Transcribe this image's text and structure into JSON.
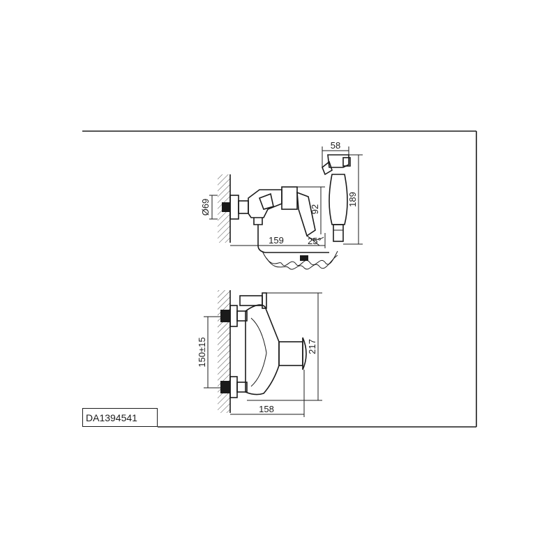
{
  "product_code": "DA1394541",
  "side_view": {
    "dimensions": {
      "flange_diameter": "Ø69",
      "handset_width": "58",
      "handset_height": "189",
      "body_height": "92",
      "projection": "159",
      "angle": "25°"
    }
  },
  "front_view": {
    "dimensions": {
      "height": "217",
      "centre_distance": "150±15",
      "projection": "158"
    }
  }
}
